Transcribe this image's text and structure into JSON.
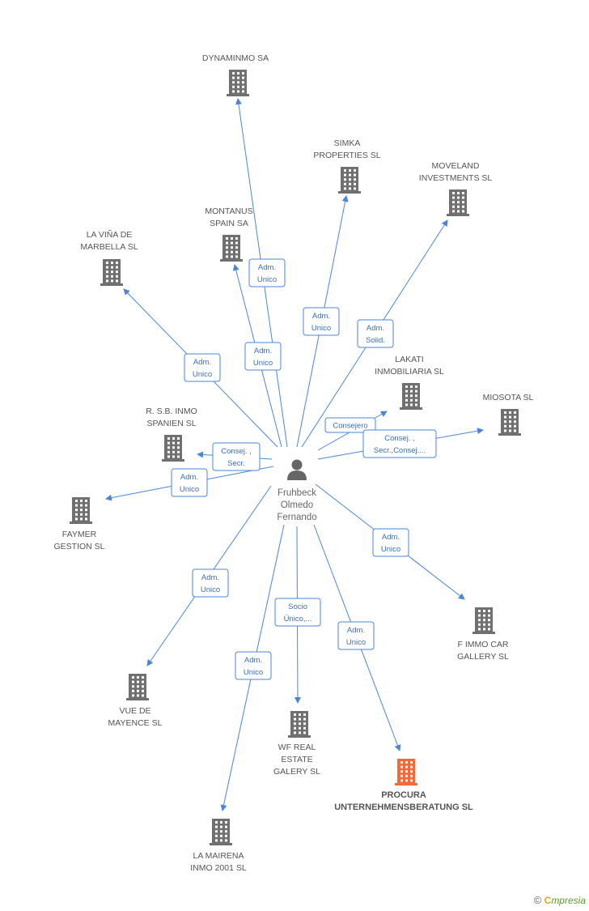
{
  "colors": {
    "edge": "#4a86d8",
    "building": "#707070",
    "highlight": "#f26a3b",
    "person": "#666666"
  },
  "center": {
    "name_lines": [
      "Fruhbeck",
      "Olmedo",
      "Fernando"
    ],
    "icon": "person-icon"
  },
  "companies": [
    {
      "id": "dynaminmo",
      "lines": [
        "DYNAMINMO SA"
      ]
    },
    {
      "id": "simka",
      "lines": [
        "SIMKA",
        "PROPERTIES SL"
      ]
    },
    {
      "id": "moveland",
      "lines": [
        "MOVELAND",
        "INVESTMENTS SL"
      ]
    },
    {
      "id": "montanus",
      "lines": [
        "MONTANUS",
        "SPAIN SA"
      ]
    },
    {
      "id": "lavina",
      "lines": [
        "LA VIÑA DE",
        "MARBELLA SL"
      ]
    },
    {
      "id": "lakati",
      "lines": [
        "LAKATI",
        "INMOBILIARIA SL"
      ]
    },
    {
      "id": "miosota",
      "lines": [
        "MIOSOTA SL"
      ]
    },
    {
      "id": "rsb",
      "lines": [
        "R. S.B. INMO",
        "SPANIEN SL"
      ]
    },
    {
      "id": "faymer",
      "lines": [
        "FAYMER",
        "GESTION  SL"
      ]
    },
    {
      "id": "fimmo",
      "lines": [
        "F IMMO CAR",
        "GALLERY  SL"
      ]
    },
    {
      "id": "vuede",
      "lines": [
        "VUE DE",
        "MAYENCE SL"
      ]
    },
    {
      "id": "wfreal",
      "lines": [
        "WF REAL",
        "ESTATE",
        "GALERY SL"
      ]
    },
    {
      "id": "procura",
      "lines": [
        "PROCURA",
        "UNTERNEHMENSBERATUNG SL"
      ],
      "highlight": true
    },
    {
      "id": "lamairena",
      "lines": [
        "LA MAIRENA",
        "INMO 2001  SL"
      ]
    }
  ],
  "edges": [
    {
      "to": "dynaminmo",
      "label": [
        "Adm.",
        "Unico"
      ]
    },
    {
      "to": "simka",
      "label": [
        "Adm.",
        "Unico"
      ]
    },
    {
      "to": "moveland",
      "label": [
        "Adm.",
        "Solid."
      ]
    },
    {
      "to": "montanus",
      "label": [
        "Adm.",
        "Unico"
      ]
    },
    {
      "to": "lavina",
      "label": [
        "Adm.",
        "Unico"
      ]
    },
    {
      "to": "lakati",
      "label": [
        "Consejero"
      ]
    },
    {
      "to": "miosota",
      "label": [
        "Consej. ,",
        "Secr.,Consej...."
      ]
    },
    {
      "to": "rsb",
      "label": [
        "Consej. ,",
        "Secr."
      ]
    },
    {
      "to": "faymer",
      "label": [
        "Adm.",
        "Unico"
      ]
    },
    {
      "to": "fimmo",
      "label": [
        "Adm.",
        "Unico"
      ]
    },
    {
      "to": "vuede",
      "label": [
        "Adm.",
        "Unico"
      ]
    },
    {
      "to": "wfreal",
      "label": [
        "Socio",
        "Único,..."
      ]
    },
    {
      "to": "procura",
      "label": [
        "Adm.",
        "Unico"
      ]
    },
    {
      "to": "lamairena",
      "label": [
        "Adm.",
        "Unico"
      ]
    }
  ],
  "footer": {
    "copyright": "©",
    "brand_first": "C",
    "brand_rest": "mpresia"
  }
}
